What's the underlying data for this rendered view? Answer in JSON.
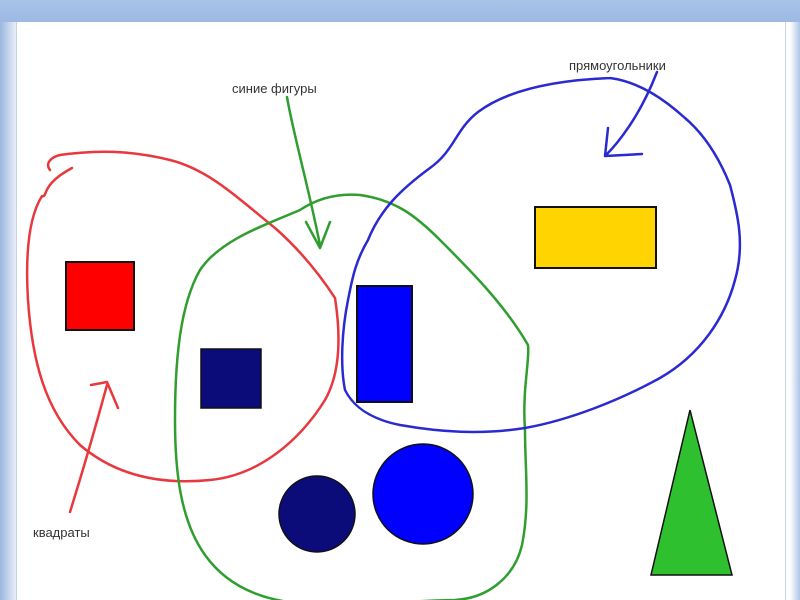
{
  "labels": {
    "blue_shapes": "синие фигуры",
    "rectangles": "прямоугольники",
    "squares": "квадраты"
  },
  "colors": {
    "red_set_outline": "#e8383d",
    "green_set_outline": "#2f9e2f",
    "blue_set_outline": "#2a2ad0",
    "red_square": "#ff0000",
    "navy": "#0b0b7a",
    "blue": "#0000ff",
    "yellow": "#ffd400",
    "green_triangle": "#2ec02e"
  },
  "shapes": [
    {
      "name": "red-square",
      "kind": "square",
      "color": "red"
    },
    {
      "name": "navy-square",
      "kind": "square",
      "color": "navy"
    },
    {
      "name": "blue-rectangle",
      "kind": "rectangle",
      "color": "blue"
    },
    {
      "name": "yellow-rectangle",
      "kind": "rectangle",
      "color": "yellow"
    },
    {
      "name": "navy-circle",
      "kind": "circle",
      "color": "navy"
    },
    {
      "name": "blue-circle",
      "kind": "circle",
      "color": "blue"
    },
    {
      "name": "green-triangle",
      "kind": "triangle",
      "color": "green"
    }
  ]
}
